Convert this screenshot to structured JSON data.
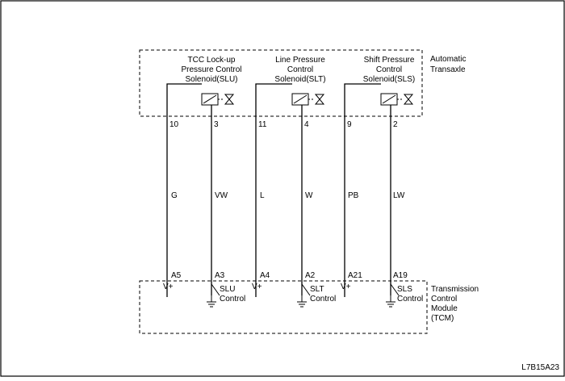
{
  "diagram": {
    "transaxle_label": [
      "Automatic",
      "Transaxle"
    ],
    "tcm_label": [
      "Transmission",
      "Control",
      "Module",
      "(TCM)"
    ],
    "figure_id": "L7B15A23",
    "solenoids": [
      {
        "name_lines": [
          "TCC Lock-up",
          "Pressure Control",
          "Solenoid(SLU)"
        ],
        "pin_power": "10",
        "pin_signal": "3",
        "wire_power": "G",
        "wire_signal": "VW",
        "tcm_pin_power": "A5",
        "tcm_pin_signal": "A3",
        "tcm_power_label": "V+",
        "tcm_control_label": [
          "SLU",
          "Control"
        ]
      },
      {
        "name_lines": [
          "Line Pressure",
          "Control",
          "Solenoid(SLT)"
        ],
        "pin_power": "11",
        "pin_signal": "4",
        "wire_power": "L",
        "wire_signal": "W",
        "tcm_pin_power": "A4",
        "tcm_pin_signal": "A2",
        "tcm_power_label": "V+",
        "tcm_control_label": [
          "SLT",
          "Control"
        ]
      },
      {
        "name_lines": [
          "Shift Pressure",
          "Control",
          "Solenoid(SLS)"
        ],
        "pin_power": "9",
        "pin_signal": "2",
        "wire_power": "PB",
        "wire_signal": "LW",
        "tcm_pin_power": "A21",
        "tcm_pin_signal": "A19",
        "tcm_power_label": "V+",
        "tcm_control_label": [
          "SLS",
          "Control"
        ]
      }
    ]
  }
}
